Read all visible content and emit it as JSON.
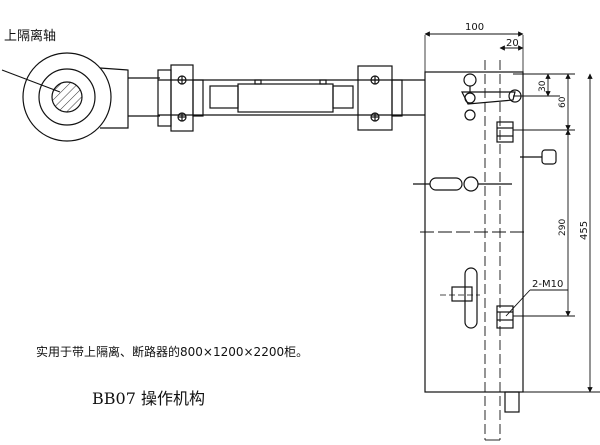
{
  "labels": {
    "shaft": "上隔离轴",
    "note": "实用于带上隔离、断路器的800×1200×2200柜。",
    "title": "BB07  操作机构"
  },
  "dimensions": {
    "width_total": "100",
    "width_small": "20",
    "d30": "30",
    "d60": "60",
    "d290": "290",
    "d455": "455",
    "bolt": "2-M10"
  }
}
